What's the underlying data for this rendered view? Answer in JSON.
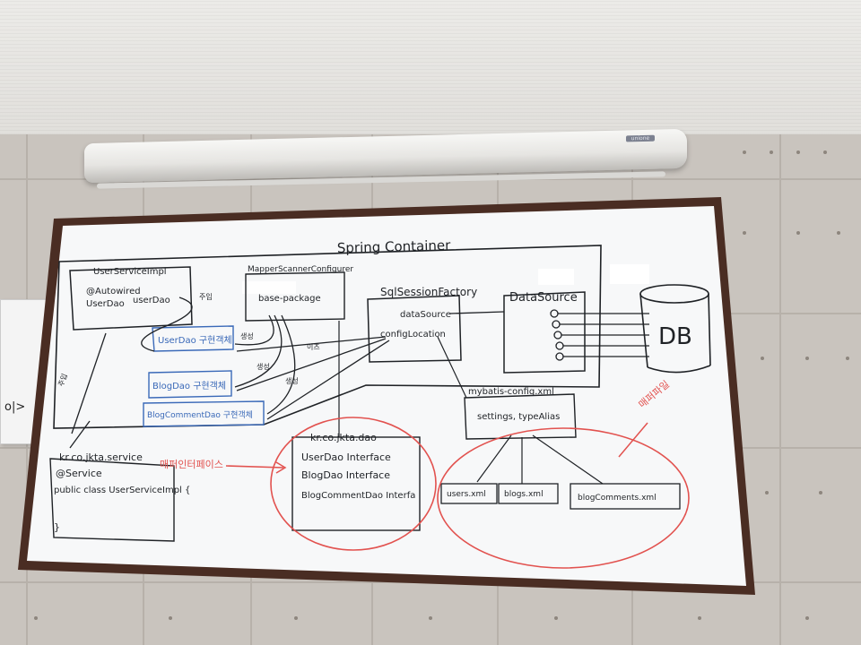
{
  "title": "Spring Container",
  "projector": {
    "brand": "unione"
  },
  "paper_sheet": {
    "text": "o|>"
  },
  "boxes": {
    "user_service_impl": {
      "title": "UserServiceImpl",
      "line1": "@Autowired",
      "line2": "UserDao",
      "field": "userDao"
    },
    "mapper_scanner": {
      "title": "MapperScannerConfigurer",
      "property": "base-package"
    },
    "sql_session_factory": {
      "title": "SqlSessionFactory",
      "prop1": "dataSource",
      "prop2": "configLocation"
    },
    "data_source": {
      "title": "DataSource"
    },
    "db": {
      "label": "DB"
    },
    "mybatis_config": {
      "title": "mybatis-config.xml",
      "settings": "settings, typeAlias"
    },
    "kr_dao": {
      "title": "kr.co.jkta.dao",
      "line1": "UserDao Interface",
      "line2": "BlogDao Interface",
      "line3": "BlogCommentDao Interfa"
    },
    "kr_service": {
      "title": "kr.co.jkta.service",
      "line1": "@Service",
      "line2": "public class UserServiceImpl {",
      "line3": "}"
    }
  },
  "impl_boxes": [
    "UserDao 구현객체",
    "BlogDao 구현객체",
    "BlogCommentDao 구현객체"
  ],
  "xml_files": [
    "users.xml",
    "blogs.xml",
    "blogComments.xml"
  ],
  "annotations": {
    "mapper_interface": "매퍼인터페이스",
    "mapper_file": "매퍼파일",
    "inject": "주입",
    "create": "생성",
    "inject_short": "이즈",
    "kr_label": "주입"
  }
}
